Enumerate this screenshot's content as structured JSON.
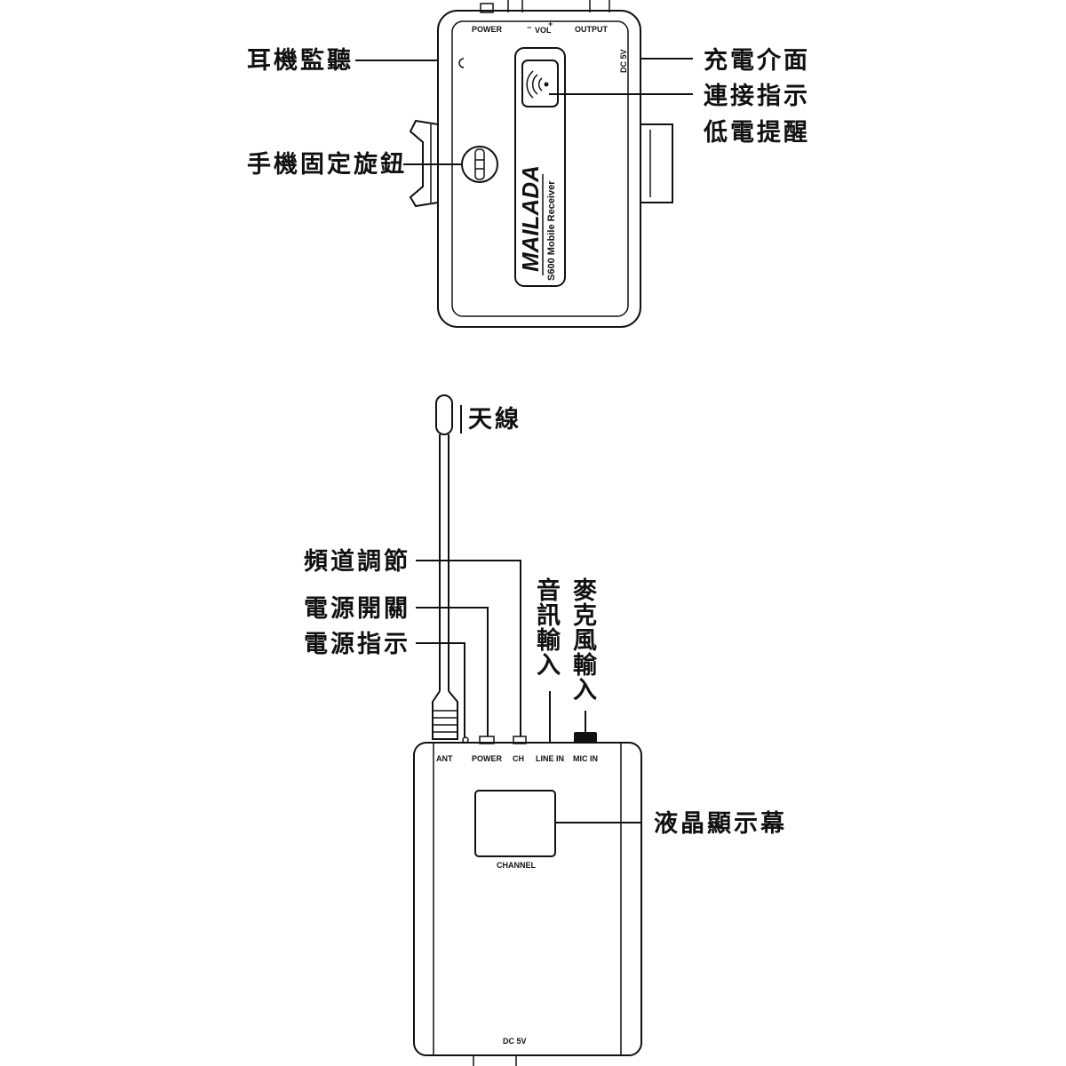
{
  "receiver": {
    "port_power": "POWER",
    "port_vol": "VOL",
    "vol_minus": "−",
    "vol_plus": "+",
    "port_output": "OUTPUT",
    "port_dc": "DC 5V",
    "brand": "MAILADA",
    "model": "S600 Mobile Receiver"
  },
  "receiver_callouts": {
    "headphone": "耳機監聽",
    "charge": "充電介面",
    "link_indicator": "連接指示",
    "low_battery": "低電提醒",
    "phone_knob": "手機固定旋鈕"
  },
  "transmitter": {
    "port_ant": "ANT",
    "port_power": "POWER",
    "port_ch": "CH",
    "port_line": "LINE IN",
    "port_mic": "MIC IN",
    "channel": "CHANNEL",
    "dc": "DC 5V"
  },
  "transmitter_callouts": {
    "antenna": "天線",
    "channel_adjust": "頻道調節",
    "power_switch": "電源開關",
    "power_indicator": "電源指示",
    "audio_in": [
      "音",
      "訊",
      "輸",
      "入"
    ],
    "mic_in": [
      "麥",
      "克",
      "風",
      "輸",
      "入"
    ],
    "lcd": "液晶顯示幕"
  }
}
